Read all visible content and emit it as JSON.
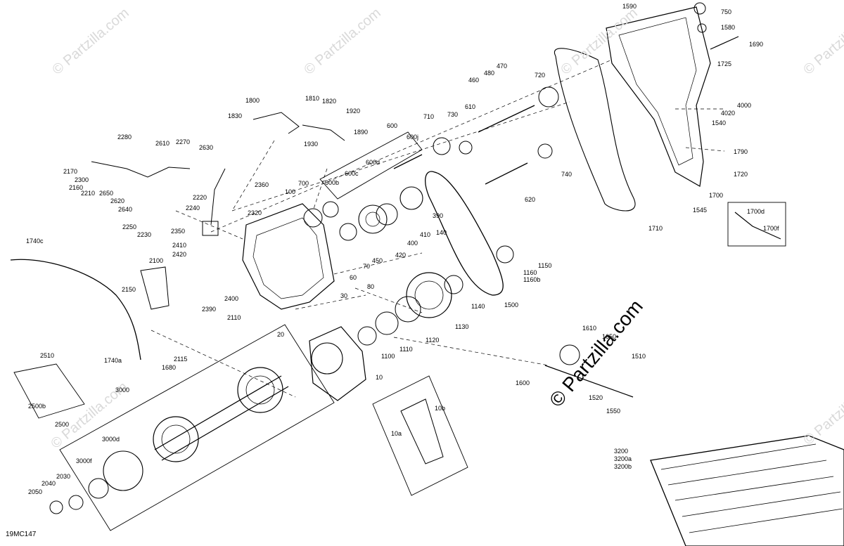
{
  "diagram": {
    "code": "19MC147",
    "watermark": "© Partzilla.com",
    "brand": "© Partzilla.com",
    "labels": [
      "1590",
      "750",
      "1580",
      "1690",
      "1725",
      "4000",
      "4020",
      "1540",
      "1790",
      "1720",
      "1700",
      "1545",
      "1710",
      "1700d",
      "1700f",
      "470",
      "480",
      "460",
      "720",
      "730",
      "610",
      "710",
      "600",
      "600j",
      "600d",
      "600c",
      "600b",
      "740",
      "620",
      "1800",
      "1810",
      "1820",
      "1920",
      "1830",
      "1890",
      "1930",
      "700",
      "100",
      "390",
      "140",
      "410",
      "400",
      "420",
      "450",
      "70",
      "60",
      "80",
      "30",
      "1150",
      "1160",
      "1160b",
      "1140",
      "1500",
      "1130",
      "1120",
      "1100",
      "1110",
      "2280",
      "2270",
      "2610",
      "2630",
      "2170",
      "2300",
      "2160",
      "2210",
      "2650",
      "2620",
      "2640",
      "2220",
      "2240",
      "2250",
      "2230",
      "2360",
      "2320",
      "2350",
      "2410",
      "2420",
      "2100",
      "2150",
      "2390",
      "2110",
      "2400",
      "2115",
      "1680",
      "1740a",
      "1740c",
      "20",
      "10",
      "10a",
      "10b",
      "2510",
      "2500b",
      "2500",
      "3000",
      "3000d",
      "3000f",
      "2030",
      "2040",
      "2050",
      "1610",
      "1650",
      "1510",
      "1600",
      "1520",
      "1550",
      "3200",
      "3200a",
      "3200b"
    ]
  }
}
